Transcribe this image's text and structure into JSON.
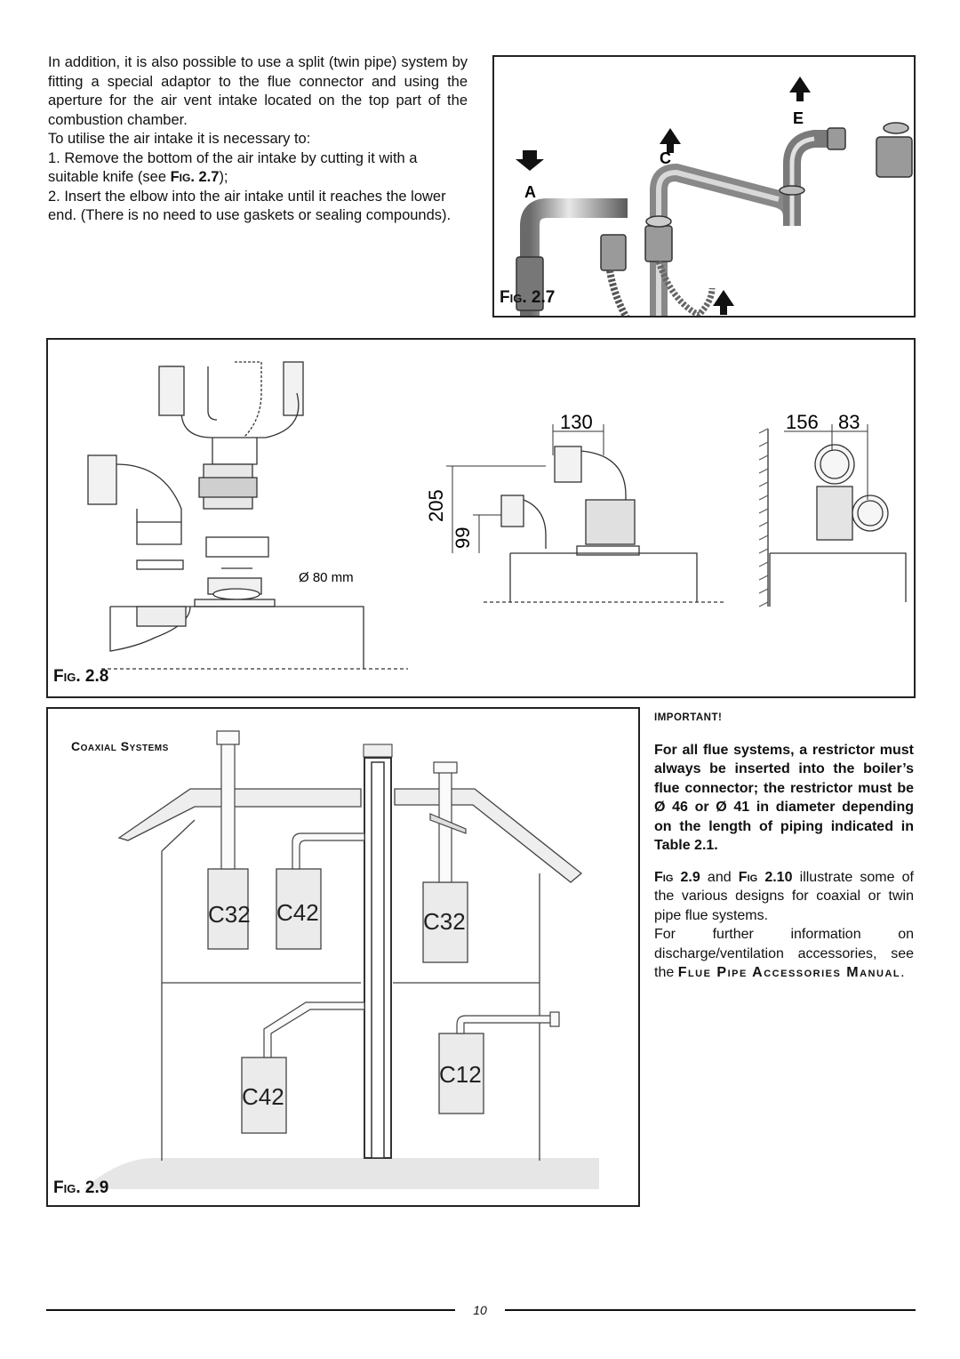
{
  "intro": {
    "p1": "In addition, it is also possible to use a split (twin pipe) system by fitting a special adaptor to the flue connector and using the aperture for the air vent intake located on the top part of the combustion chamber.",
    "p2": "To utilise the air intake it is necessary to:",
    "step1_pre": "1. Remove the bottom of the air intake by cutting it with a suitable knife (see ",
    "step1_ref": "Fig. 2.7",
    "step1_post": ");",
    "step2": "2. Insert the elbow into the air intake until it reaches the lower end. (There is no need to use gaskets or sealing compounds)."
  },
  "fig27": {
    "label": "Fig. 2.7",
    "marker_a": "A",
    "marker_c": "C",
    "marker_e": "E"
  },
  "fig28": {
    "label": "Fig. 2.8",
    "diameter": "Ø 80  mm",
    "dim_130": "130",
    "dim_205": "205",
    "dim_99": "99",
    "dim_156": "156",
    "dim_83": "83"
  },
  "fig29": {
    "label": "Fig. 2.9",
    "title": "Coaxial Systems",
    "c32_left": "C32",
    "c42_upper": "C42",
    "c32_right": "C32",
    "c42_lower": "C42",
    "c12": "C12"
  },
  "important": {
    "head": "Important!",
    "bold_text": "For all flue systems, a restrictor must always be inserted into the boiler’s flue connector; the restrictor must be Ø 46 or Ø 41 in diameter depending on the length of piping indicated in Table 2.1.",
    "p1_ref1": "Fig 2.9",
    "p1_and": " and ",
    "p1_ref2": "Fig 2.10",
    "p1_rest": " illustrate some of the various designs for coaxial or twin pipe flue systems.",
    "p2_pre": "For further information on discharge/ventilation accessories, see the ",
    "p2_ref": "Flue Pipe Accessories Manual",
    "p2_post": "."
  },
  "footer": {
    "page": "10"
  }
}
